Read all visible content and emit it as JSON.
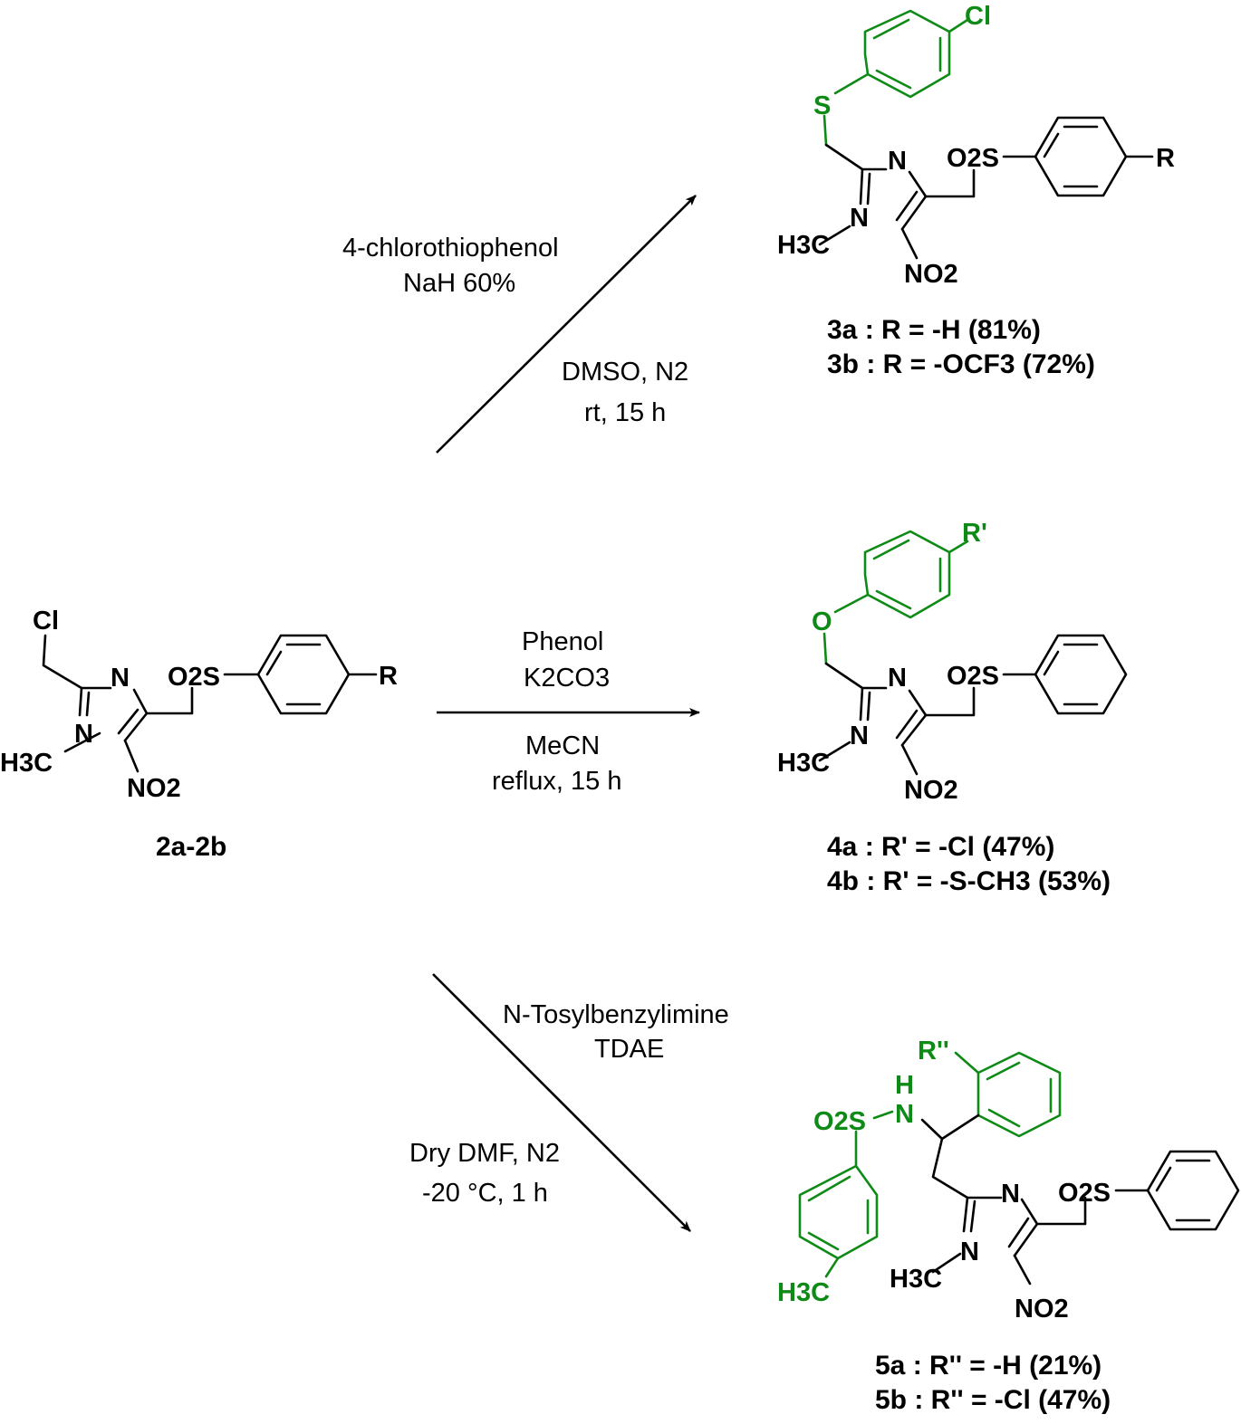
{
  "colors": {
    "ink": "#000000",
    "substituent": "#0e8a16"
  },
  "starting_material": {
    "cl": "Cl",
    "n_ring": "N",
    "n_methyl": "N",
    "h3c": "H3C",
    "no2": "NO2",
    "o2s": "O2S",
    "r": "R",
    "compound_label": "2a-2b"
  },
  "reaction_top": {
    "reagent_1": "4-chlorothiophenol",
    "reagent_2": "NaH 60%",
    "solvent": "DMSO, N2",
    "conditions": "rt, 15 h"
  },
  "reaction_middle": {
    "reagent_1": "Phenol",
    "reagent_2": "K2CO3",
    "solvent": "MeCN",
    "conditions": "reflux, 15 h"
  },
  "reaction_bottom": {
    "reagent_1": "N-Tosylbenzylimine",
    "reagent_2": "TDAE",
    "solvent": "Dry DMF, N2",
    "conditions": "-20 °C, 1 h"
  },
  "product_3": {
    "cl": "Cl",
    "s": "S",
    "n_ring": "N",
    "n_methyl": "N",
    "h3c": "H3C",
    "no2": "NO2",
    "o2s": "O2S",
    "r": "R",
    "results": [
      "3a : R = -H (81%)",
      "3b : R = -OCF3 (72%)"
    ]
  },
  "product_4": {
    "r_prime": "R'",
    "o": "O",
    "n_ring": "N",
    "n_methyl": "N",
    "h3c": "H3C",
    "no2": "NO2",
    "o2s": "O2S",
    "results": [
      "4a : R' = -Cl (47%)",
      "4b : R' = -S-CH3 (53%)"
    ]
  },
  "product_5": {
    "r_double_prime": "R''",
    "nh_h": "H",
    "nh_n": "N",
    "o2s_tosyl": "O2S",
    "h3c_tosyl": "H3C",
    "n_ring": "N",
    "n_methyl": "N",
    "h3c": "H3C",
    "no2": "NO2",
    "o2s": "O2S",
    "results": [
      "5a : R'' = -H (21%)",
      "5b : R'' = -Cl (47%)"
    ]
  }
}
